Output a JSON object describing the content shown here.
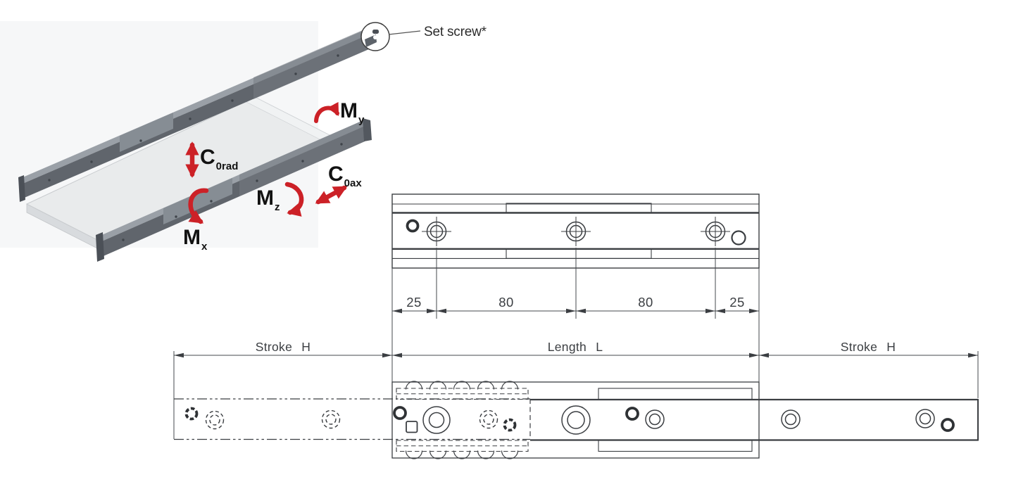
{
  "illustration": {
    "set_screw_label": "Set screw*",
    "loads": {
      "c0rad": {
        "main": "C",
        "sub": "0rad"
      },
      "c0ax": {
        "main": "C",
        "sub": "0ax"
      },
      "mx": {
        "main": "M",
        "sub": "x"
      },
      "my": {
        "main": "M",
        "sub": "y"
      },
      "mz": {
        "main": "M",
        "sub": "z"
      }
    },
    "colors": {
      "arrow_red": "#cc2127",
      "rail_dark": "#60656c",
      "rail_top_light": "#9aa0a7",
      "rail_cage": "#868d94",
      "panel": "#e9ebec",
      "callout_stroke": "#3c3c3c"
    }
  },
  "top_view": {
    "dim_labels": [
      "25",
      "80",
      "80",
      "25"
    ],
    "line_color": "#3b3e42"
  },
  "bottom_view": {
    "dim_labels": [
      "Stroke H",
      "Length L",
      "Stroke H"
    ]
  }
}
